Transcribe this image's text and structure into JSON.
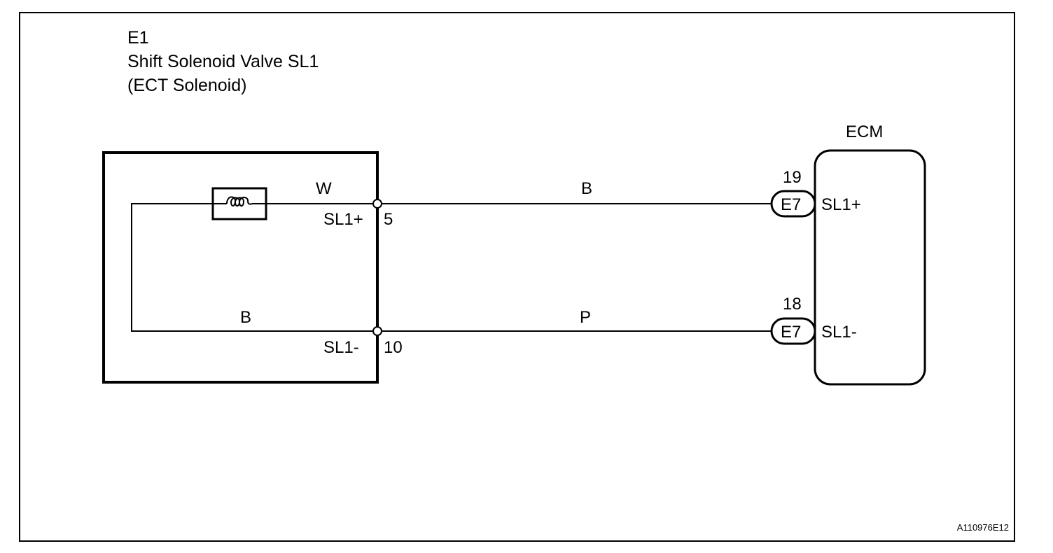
{
  "component": {
    "code": "E1",
    "name": "Shift Solenoid Valve SL1",
    "subtitle": "(ECT Solenoid)",
    "internal_wire_top": "W",
    "internal_wire_bottom": "B",
    "pins": [
      {
        "name": "SL1+",
        "number": "5"
      },
      {
        "name": "SL1-",
        "number": "10"
      }
    ]
  },
  "wires": [
    {
      "color": "B"
    },
    {
      "color": "P"
    }
  ],
  "ecm": {
    "label": "ECM",
    "pins": [
      {
        "number": "19",
        "connector": "E7",
        "name": "SL1+"
      },
      {
        "number": "18",
        "connector": "E7",
        "name": "SL1-"
      }
    ]
  },
  "reference_code": "A110976E12"
}
